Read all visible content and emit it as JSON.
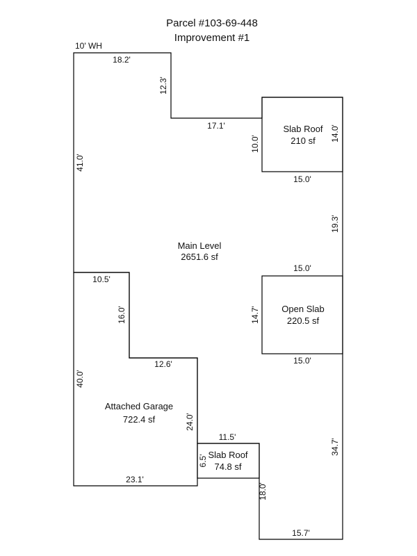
{
  "header": {
    "parcel": "Parcel #103-69-448",
    "improvement": "Improvement #1"
  },
  "note": "10' WH",
  "areas": [
    {
      "name": "Main Level",
      "size": "2651.6 sf"
    },
    {
      "name": "Slab Roof",
      "size": "210 sf"
    },
    {
      "name": "Open Slab",
      "size": "220.5 sf"
    },
    {
      "name": "Attached Garage",
      "size": "722.4 sf"
    },
    {
      "name": "Slab Roof",
      "size": "74.8 sf"
    }
  ],
  "dimensions": [
    "18.2'",
    "12.3'",
    "17.1'",
    "10.0'",
    "14.0'",
    "15.0'",
    "41.0'",
    "19.3'",
    "15.0'",
    "10.5'",
    "16.0'",
    "14.7'",
    "15.0'",
    "12.6'",
    "40.0'",
    "24.0'",
    "11.5'",
    "6.5'",
    "34.7'",
    "23.1'",
    "18.0'",
    "15.7'"
  ]
}
